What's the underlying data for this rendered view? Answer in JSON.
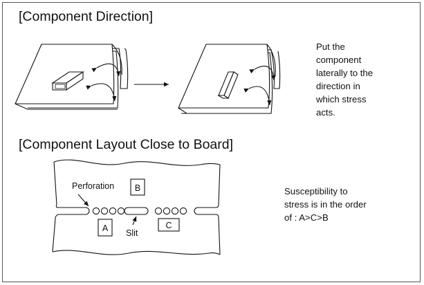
{
  "sections": [
    {
      "heading": "[Component Direction]",
      "note_lines": [
        "Put the",
        "component",
        "laterally to the",
        "direction in",
        "which stress",
        "acts."
      ]
    },
    {
      "heading": "[Component Layout Close to Board]",
      "note_lines": [
        "Susceptibility to",
        "stress is in the order",
        "of : A>C>B"
      ]
    }
  ],
  "labels": {
    "perforation": "Perforation",
    "slit": "Slit",
    "a": "A",
    "b": "B",
    "c": "C"
  }
}
